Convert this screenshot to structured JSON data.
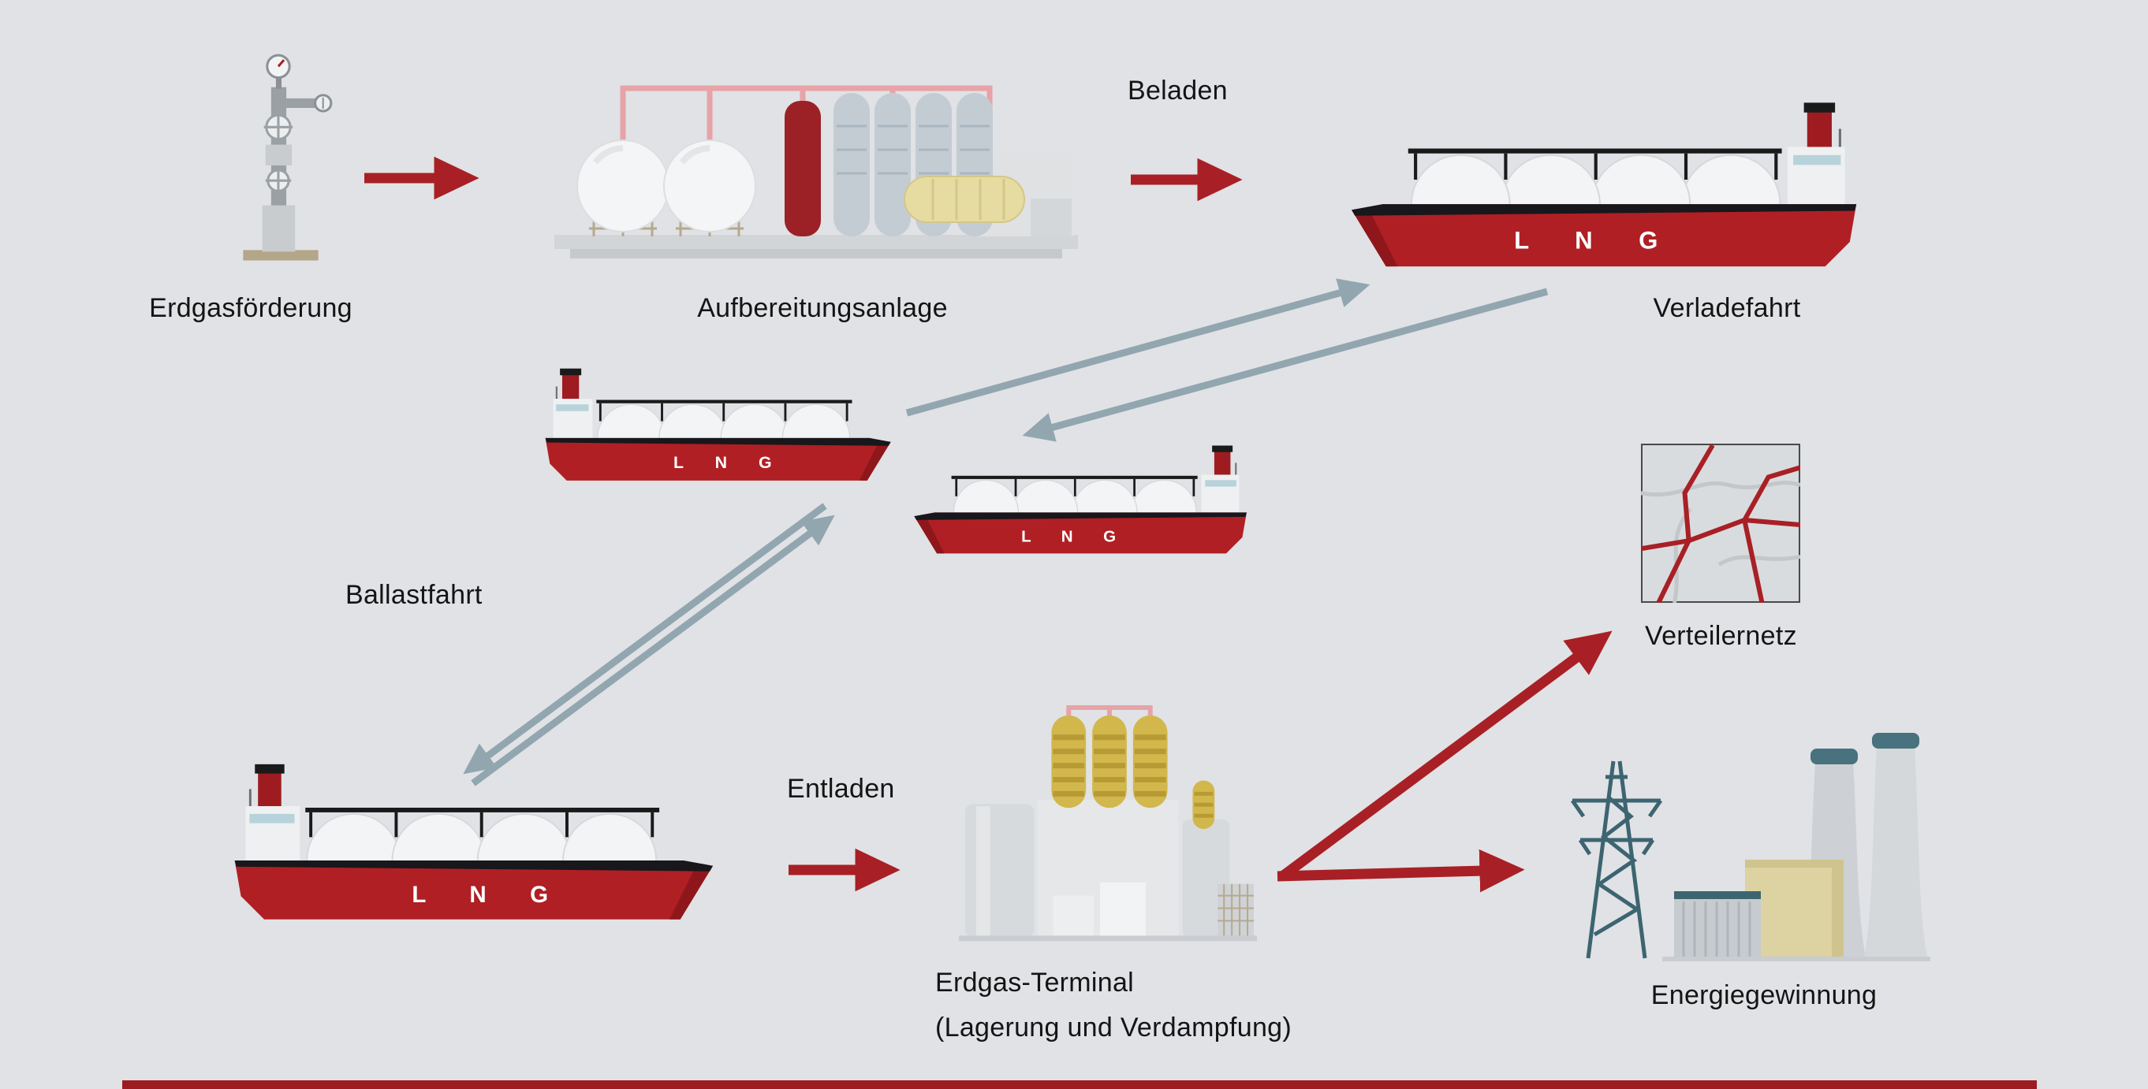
{
  "background": "#e0e2e5",
  "colors": {
    "arrow_red": "#a82025",
    "arrow_gray_blue": "#92a6b0",
    "hull_red": "#b01f24",
    "gold_tank": "#d2b74c",
    "text": "#141414"
  },
  "ship_text": "L N G",
  "labels": {
    "extraction": "Erdgasförderung",
    "processing": "Aufbereitungsanlage",
    "loading": "Beladen",
    "loaded_voyage": "Verladefahrt",
    "ballast_voyage": "Ballastfahrt",
    "unloading": "Entladen",
    "terminal_line1": "Erdgas-Terminal",
    "terminal_line2": "(Lagerung und Verdampfung)",
    "distribution": "Verteilernetz",
    "energy": "Energiegewinnung"
  },
  "icons": [
    "gas-derrick-icon",
    "processing-plant-icon",
    "lng-ship-icon",
    "lng-terminal-icon",
    "distribution-map-icon",
    "power-generation-icon",
    "red-flow-arrow",
    "gray-route-arrow"
  ]
}
